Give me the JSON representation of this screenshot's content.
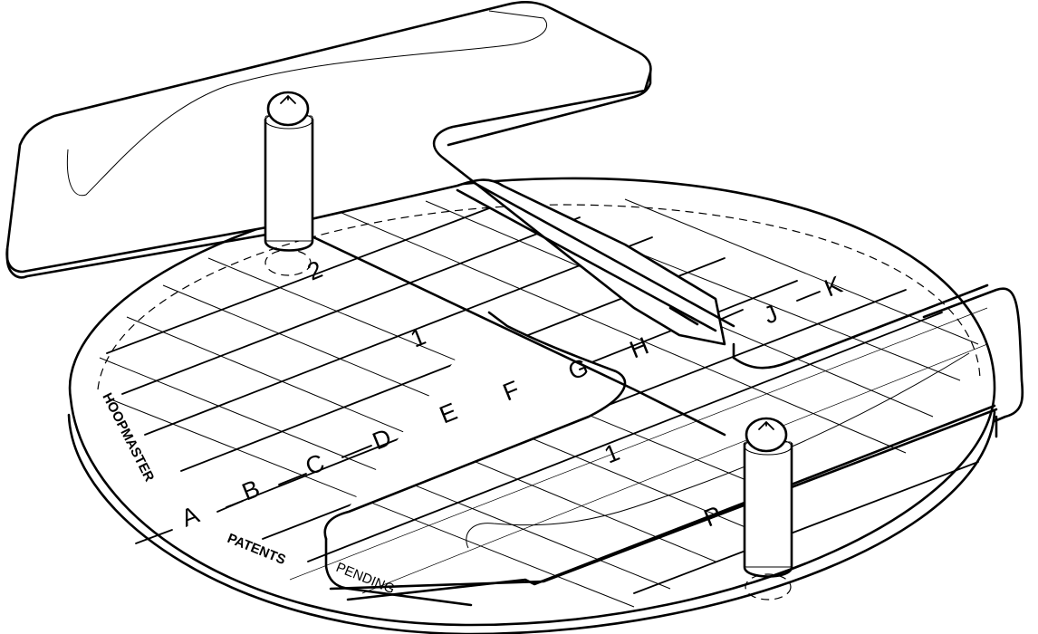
{
  "figure": {
    "type": "patent-line-drawing",
    "subject": "embroidery hooping station fixture with gridded template and two alignment pins",
    "background": "#ffffff",
    "ink": "#000000"
  },
  "markings": {
    "brand": "HOOPMASTER",
    "patent_notice_1": "PATENTS",
    "patent_notice_2": "PENDING",
    "row_letters": [
      "A",
      "B",
      "C",
      "D",
      "E",
      "F",
      "G",
      "H",
      "J",
      "K"
    ],
    "column_numbers": [
      "2",
      "1",
      "1"
    ],
    "edge_mark": "P"
  },
  "components": [
    {
      "name": "upper-clamp-arm",
      "description": "L-shaped raised bracket at top"
    },
    {
      "name": "lower-clamp-arm",
      "description": "bracket crossing bottom right"
    },
    {
      "name": "round-base-plate",
      "description": "elliptical base disk"
    },
    {
      "name": "grid-template",
      "description": "grid with lettered center line"
    },
    {
      "name": "alignment-pin-left"
    },
    {
      "name": "alignment-pin-right"
    }
  ]
}
